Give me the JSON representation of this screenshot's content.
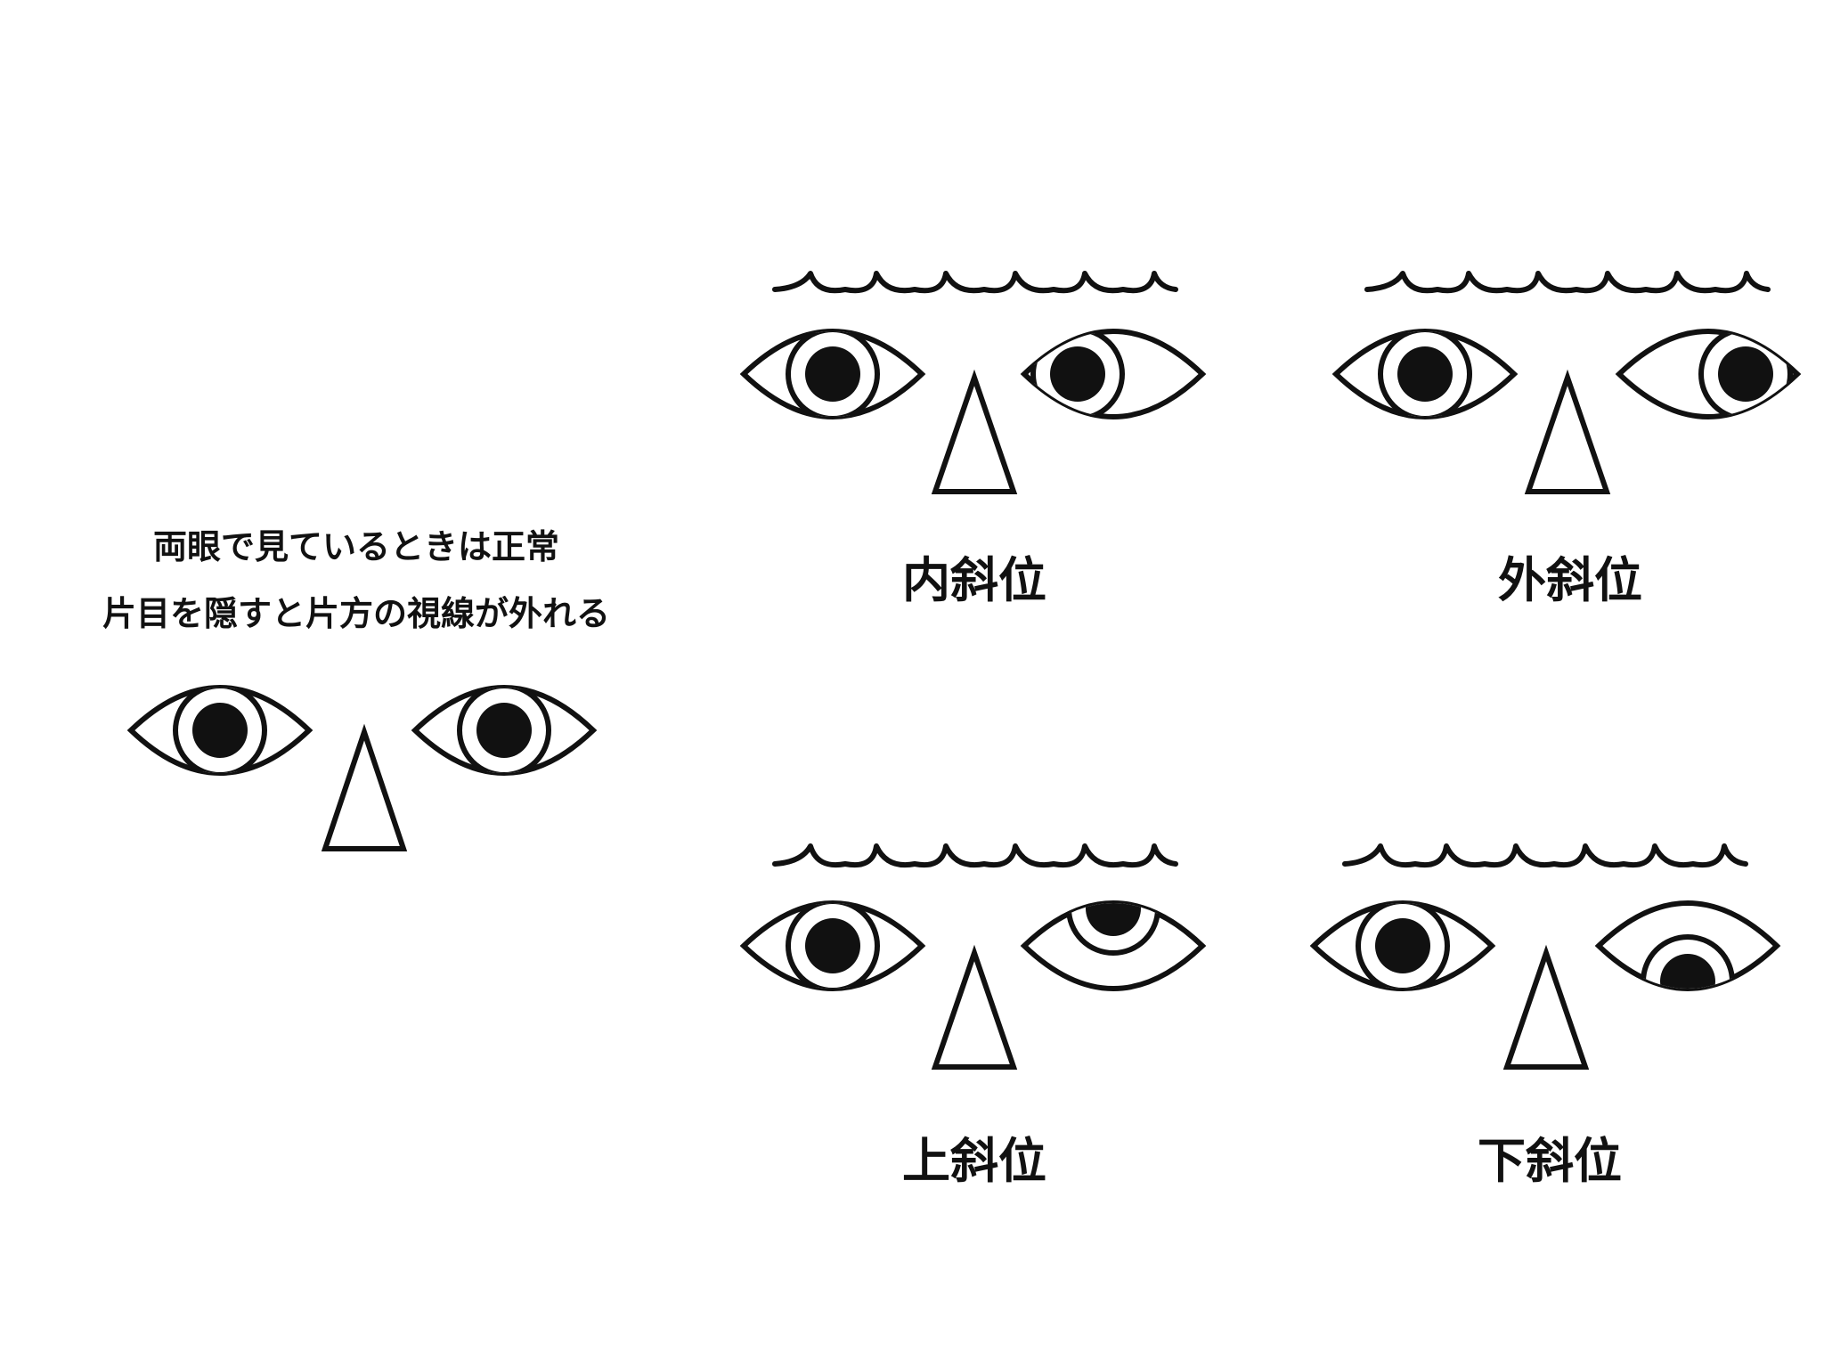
{
  "intro": {
    "line1": "両眼で見ているときは正常",
    "line2": "片目を隠すと片方の視線が外れる"
  },
  "panels": [
    {
      "id": "normal",
      "label": "",
      "has_hair": false,
      "right_pupil_position": "center"
    },
    {
      "id": "esophoria",
      "label": "内斜位",
      "has_hair": true,
      "right_pupil_position": "inward"
    },
    {
      "id": "exophoria",
      "label": "外斜位",
      "has_hair": true,
      "right_pupil_position": "outward"
    },
    {
      "id": "hyperphoria",
      "label": "上斜位",
      "has_hair": true,
      "right_pupil_position": "up"
    },
    {
      "id": "hypophoria",
      "label": "下斜位",
      "has_hair": true,
      "right_pupil_position": "down"
    }
  ],
  "colors": {
    "ink": "#111111",
    "background": "#ffffff"
  }
}
